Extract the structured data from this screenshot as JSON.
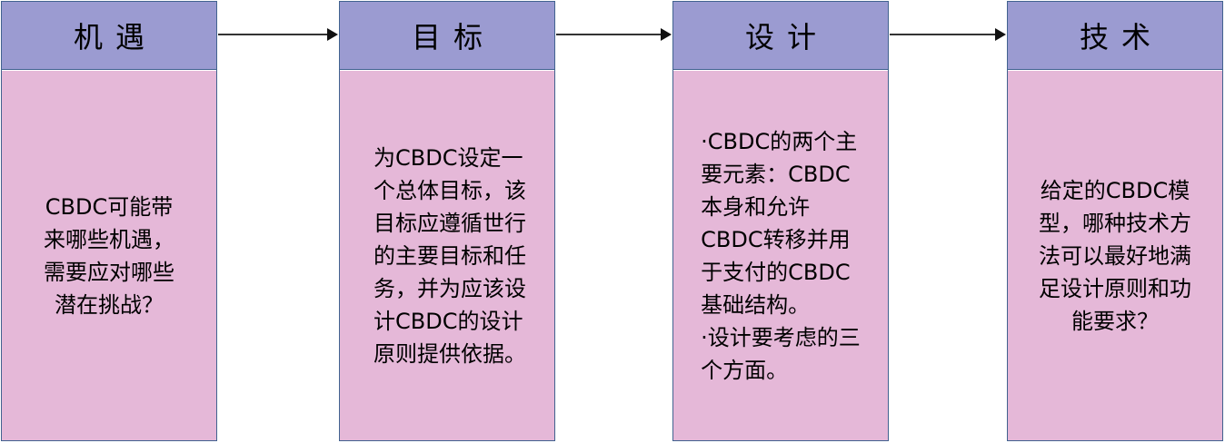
{
  "stages": [
    {
      "title": "机遇",
      "lines": [
        "CBDC可能带",
        "来哪些机遇，",
        "需要应对哪些",
        "潜在挑战？"
      ]
    },
    {
      "title": "目标",
      "lines": [
        "为CBDC设定一",
        "个总体目标，该",
        "目标应遵循世行",
        "的主要目标和任",
        "务，并为应该设",
        "计CBDC的设计",
        "原则提供依据。"
      ]
    },
    {
      "title": "设计",
      "lines": [
        "·CBDC的两个主",
        "要元素：CBDC",
        "本身和允许",
        "CBDC转移并用",
        "于支付的CBDC",
        "基础结构。",
        "·设计要考虑的三",
        "个方面。"
      ]
    },
    {
      "title": "技术",
      "lines": [
        "给定的CBDC模",
        "型，哪种技术方",
        "法可以最好地满",
        "足设计原则和功",
        "能要求？"
      ]
    }
  ],
  "colors": {
    "header": "#9b9bd1",
    "body": "#e5b8d8",
    "border": "#41628f"
  }
}
